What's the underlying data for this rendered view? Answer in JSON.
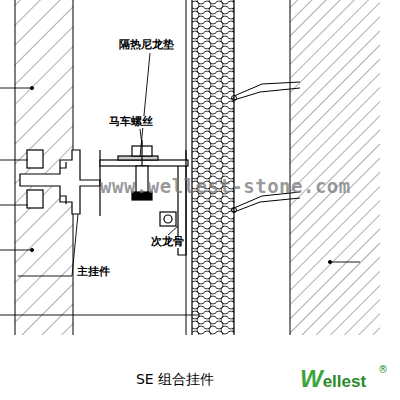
{
  "diagram": {
    "caption": "SE 组合挂件",
    "labels": [
      "隔热尼龙垫",
      "马车螺丝",
      "次龙骨",
      "主挂件",
      "www.wellest-stone.com",
      "Wellest",
      "®"
    ]
  }
}
